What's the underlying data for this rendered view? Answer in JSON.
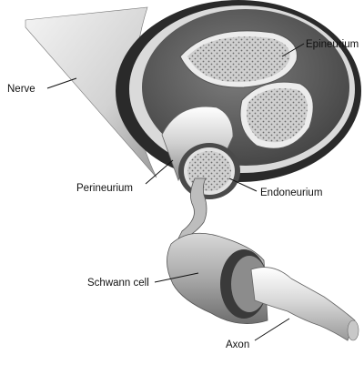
{
  "labels": {
    "nerve": "Nerve",
    "epineurium": "Epineurium",
    "perineurium": "Perineurium",
    "endoneurium": "Endoneurium",
    "schwann_cell": "Schwann cell",
    "axon": "Axon"
  }
}
